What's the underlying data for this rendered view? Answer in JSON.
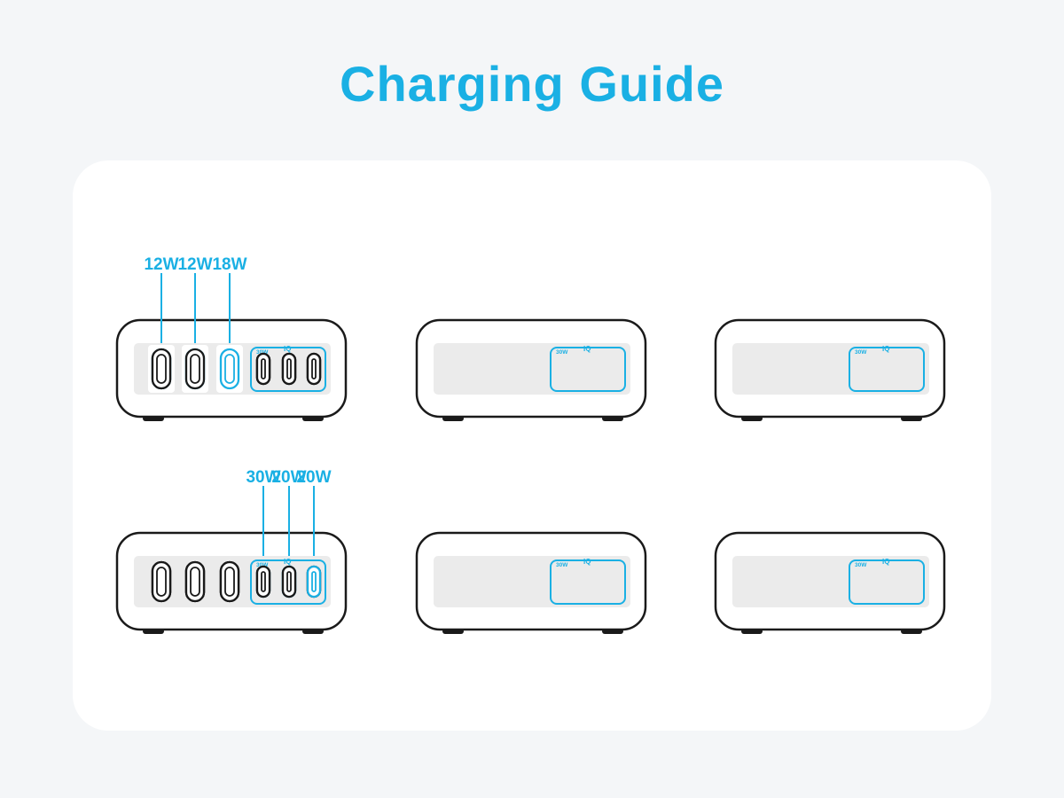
{
  "title": "Charging Guide",
  "colors": {
    "accent": "#1ab0e4",
    "outline": "#1a1a1a",
    "background": "#f4f6f8",
    "panel": "#ffffff",
    "port_panel": "#ebebeb"
  },
  "port_labels": {
    "fast_group": "30W",
    "brand": "IQ"
  },
  "chargers": [
    {
      "label": "12W",
      "active_port": 1
    },
    {
      "label": "12W",
      "active_port": 2
    },
    {
      "label": "18W",
      "active_port": 3
    },
    {
      "label": "30W",
      "active_port": 4
    },
    {
      "label": "20W",
      "active_port": 5
    },
    {
      "label": "20W",
      "active_port": 6
    }
  ]
}
